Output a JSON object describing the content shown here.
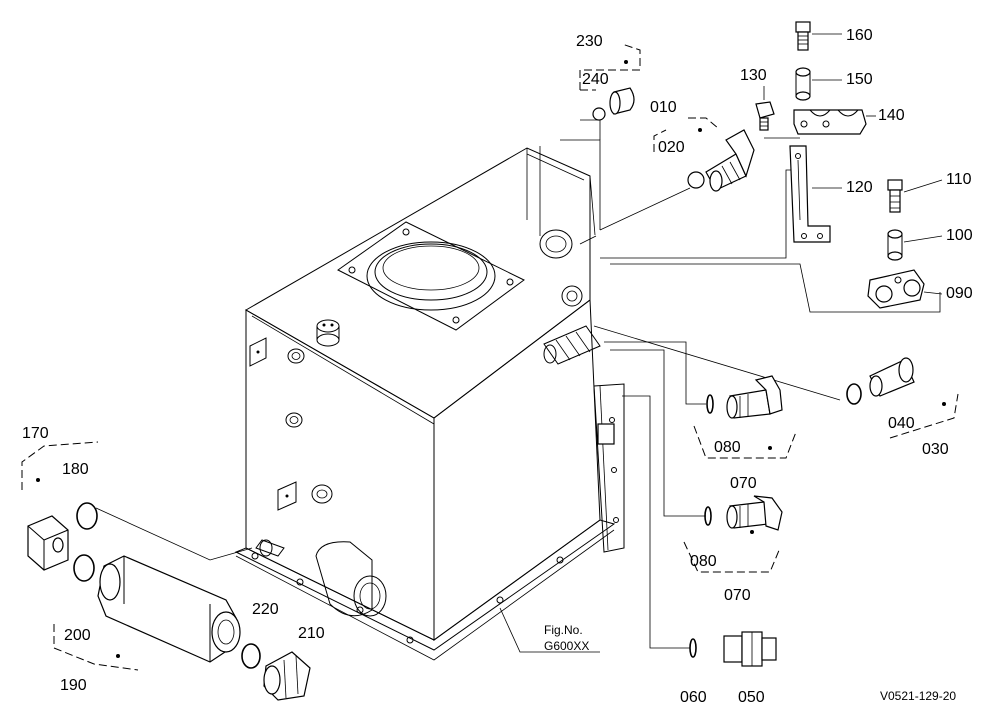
{
  "labels": {
    "p010": "010",
    "p020": "020",
    "p030": "030",
    "p040": "040",
    "p050": "050",
    "p060": "060",
    "p070a": "070",
    "p080a": "080",
    "p070b": "070",
    "p080b": "080",
    "p090": "090",
    "p100": "100",
    "p110": "110",
    "p120": "120",
    "p130": "130",
    "p140": "140",
    "p150": "150",
    "p160": "160",
    "p170": "170",
    "p180": "180",
    "p190": "190",
    "p200": "200",
    "p210": "210",
    "p220": "220",
    "p230": "230",
    "p240": "240"
  },
  "figure": {
    "line1": "Fig.No.",
    "line2": "G600XX"
  },
  "code": "V0521-129-20"
}
